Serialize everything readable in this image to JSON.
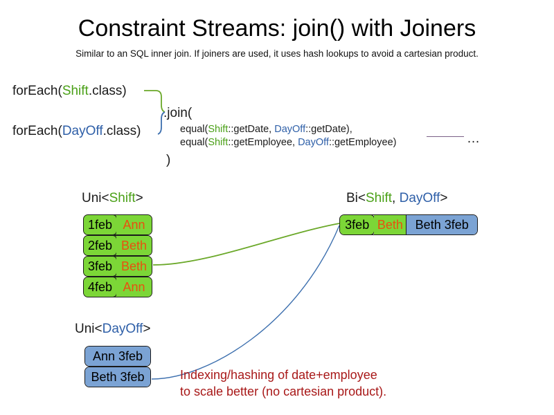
{
  "slide": {
    "title": "Constraint Streams: join() with Joiners",
    "subtitle": "Similar to an SQL inner join. If joiners are used, it uses hash lookups to avoid a cartesian product."
  },
  "colors": {
    "shift_green": "#4aa017",
    "dayoff_blue": "#2e5fa8",
    "box_green_fill": "#7cd637",
    "box_blue_fill": "#7ba3d4",
    "name_orange": "#e8500f",
    "caption_red": "#a81818",
    "rule_purple": "#7a5f86",
    "connector_green": "#6aa828",
    "connector_blue": "#3c6fae",
    "border_black": "#1a1a1a"
  },
  "code": {
    "forEach_shift": {
      "prefix": "forEach(",
      "type": "Shift",
      "suffix": ".class)"
    },
    "forEach_dayoff": {
      "prefix": "forEach(",
      "type": "DayOff",
      "suffix": ".class)"
    },
    "join_open": ".join(",
    "join_close": ")",
    "equal_date": {
      "prefix": "equal(",
      "left_type": "Shift",
      "mid": "::getDate, ",
      "right_type": "DayOff",
      "suffix": "::getDate),"
    },
    "equal_employee": {
      "prefix": "equal(",
      "left_type": "Shift",
      "mid": "::getEmployee, ",
      "right_type": "DayOff",
      "suffix": "::getEmployee)"
    },
    "ellipsis": "…"
  },
  "streams": {
    "uni_shift": {
      "label_prefix": "Uni<",
      "label_type": "Shift",
      "label_suffix": ">",
      "rows": [
        {
          "date": "1feb",
          "employee": "Ann"
        },
        {
          "date": "2feb",
          "employee": "Beth"
        },
        {
          "date": "3feb",
          "employee": "Beth"
        },
        {
          "date": "4feb",
          "employee": "Ann"
        }
      ]
    },
    "uni_dayoff": {
      "label_prefix": "Uni<",
      "label_type": "DayOff",
      "label_suffix": ">",
      "rows": [
        {
          "value": "Ann 3feb"
        },
        {
          "value": "Beth 3feb"
        }
      ]
    },
    "bi_joined": {
      "label_prefix": "Bi<",
      "label_type_a": "Shift",
      "label_sep": ", ",
      "label_type_b": "DayOff",
      "label_suffix": ">",
      "row": {
        "date": "3feb",
        "employee": "Beth",
        "dayoff": "Beth 3feb"
      }
    }
  },
  "caption": {
    "line1": "Indexing/hashing of date+employee",
    "line2": "to scale better (no cartesian product)."
  }
}
